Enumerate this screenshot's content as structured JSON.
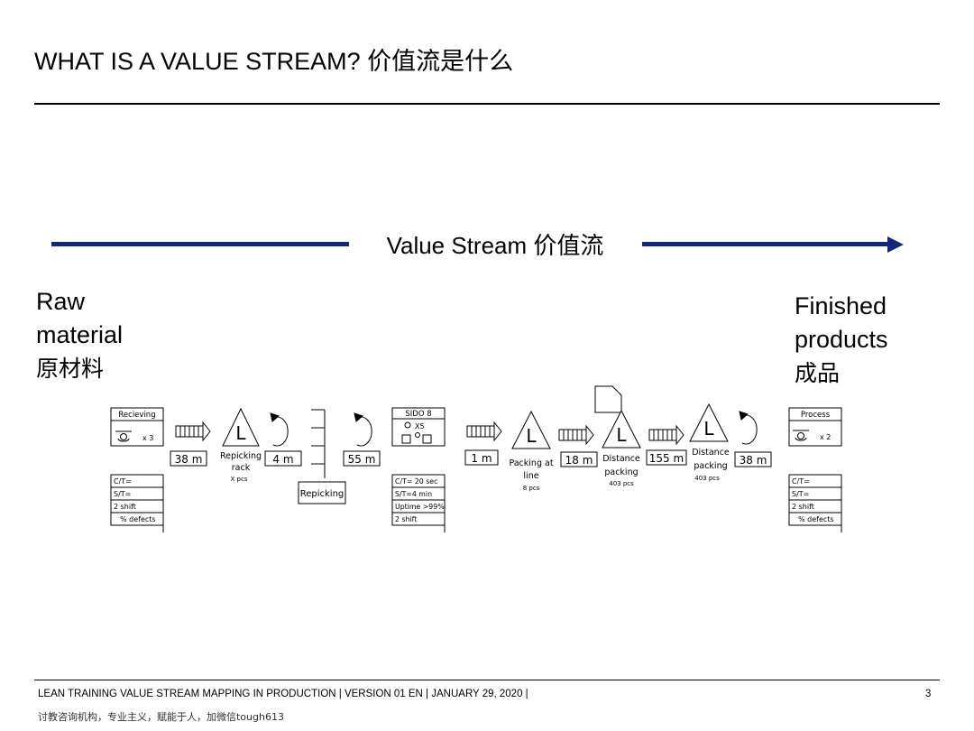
{
  "slide": {
    "title": "WHAT IS A VALUE STREAM? 价值流是什么",
    "value_stream_label": "Value Stream 价值流",
    "raw_material": {
      "line1": "Raw",
      "line2": "material",
      "cn": "原材料"
    },
    "finished_products": {
      "line1": "Finished",
      "line2": "products",
      "cn": "成品"
    }
  },
  "vsm": {
    "receiving": {
      "name": "Recieving",
      "count": "x 3",
      "rows": [
        "C/T=",
        "S/T=",
        "2 shift",
        "% defects"
      ]
    },
    "sido": {
      "name": "SIDO 8",
      "count": "X5",
      "rows": [
        "C/T= 20 sec",
        "S/T=4 min",
        "Uptime >99%",
        "2 shift"
      ]
    },
    "process": {
      "name": "Process",
      "count": "x 2",
      "rows": [
        "C/T=",
        "S/T=",
        "2 shift",
        "% defects"
      ]
    },
    "distances": [
      "38 m",
      "4 m",
      "55 m",
      "1 m",
      "18 m",
      "155 m",
      "38 m"
    ],
    "inventory_labels": {
      "repicking_rack": "Repicking rack",
      "repicking_rack_qty": "X pcs",
      "packing_at_line": "Packing at line",
      "packing_at_line_qty": "8 pcs",
      "distance_packing_1": "Distance packing",
      "distance_packing_1_qty": "403 pcs",
      "distance_packing_2": "Distance packing",
      "distance_packing_2_qty": "403 pcs"
    },
    "repicking_box": "Repicking",
    "inventory_symbol": "L"
  },
  "footer": {
    "text": "LEAN TRAINING VALUE STREAM MAPPING IN PRODUCTION | VERSION 01 EN | JANUARY 29, 2020 |",
    "page": "3",
    "note": "讨教咨询机构，专业主义，赋能于人，加微信tough613"
  }
}
